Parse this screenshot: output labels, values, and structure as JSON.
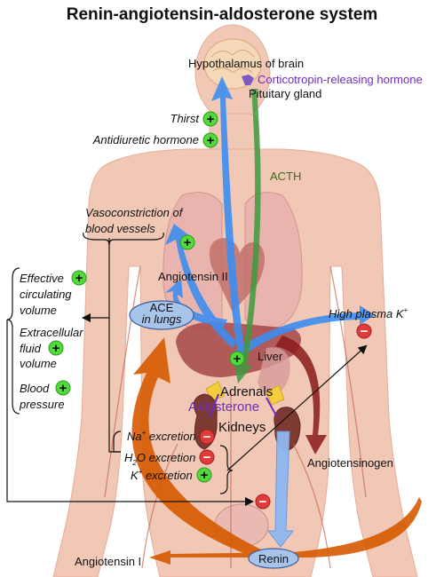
{
  "title": "Renin-angiotensin-aldosterone system",
  "labels": {
    "hypothalamus": "Hypothalamus of brain",
    "crh": "Corticotropin-releasing hormone",
    "pituitary": "Pituitary gland",
    "thirst": "Thirst",
    "adh": "Antidiuretic hormone",
    "acth": "ACTH",
    "vasoconstriction_1": "Vasoconstriction of",
    "vasoconstriction_2": "blood vessels",
    "angiotensin_ii": "Angiotensin II",
    "effective_1": "Effective",
    "effective_2": "circulating",
    "effective_3": "volume",
    "ecf_1": "Extracellular",
    "ecf_2": "fluid",
    "ecf_3": "volume",
    "bp_1": "Blood",
    "bp_2": "pressure",
    "ace_1": "ACE",
    "ace_2": "in lungs",
    "high_k_main": "High plasma K",
    "high_k_sup": "+",
    "liver": "Liver",
    "adrenals": "Adrenals",
    "aldosterone": "Aldosterone",
    "kidneys": "Kidneys",
    "na_main": "Na",
    "na_sup": "+",
    "na_rest": " excretion",
    "h2o_main": "H",
    "h2o_sub": "2",
    "h2o_rest": "O excretion",
    "k_main": "K",
    "k_sup": "+",
    "k_rest": " excretion",
    "angiotensinogen": "Angiotensinogen",
    "renin": "Renin",
    "angiotensin_i": "Angiotensin I"
  },
  "signs": {
    "plus": "+",
    "minus": "−"
  },
  "colors": {
    "blue_arrow": "#3d8ef0",
    "green_arrow": "#3e9a3e",
    "orange_arrow": "#d65a00",
    "darkred_arrow": "#8b1a1a",
    "light_blue_arrow": "#8fb8f0",
    "purple_text": "#6b2fc0",
    "acth_text": "#3e6b1e",
    "plus_badge": "#52d93a",
    "minus_badge": "#e23b3b",
    "body": "#f1c7b5",
    "ace_ellipse": "#a9c4ea",
    "adrenal_gland": "#f4cd3e"
  },
  "icons": [
    "plus-badge-icon",
    "minus-badge-icon",
    "brace-icon",
    "arrow-icon"
  ]
}
